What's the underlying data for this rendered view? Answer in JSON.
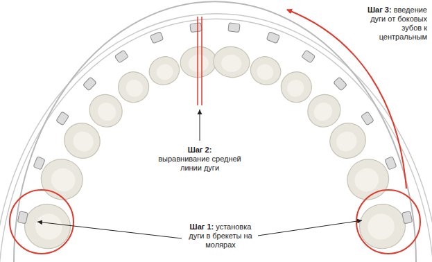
{
  "diagram": {
    "labels": [
      "Шаг 3:",
      "введение дуги от боковых зубов к центральным",
      "Шаг 2:",
      "выравнивание средней линии дуги",
      "Шаг 1:",
      "установка дуги в брекеты на молярах"
    ]
  }
}
